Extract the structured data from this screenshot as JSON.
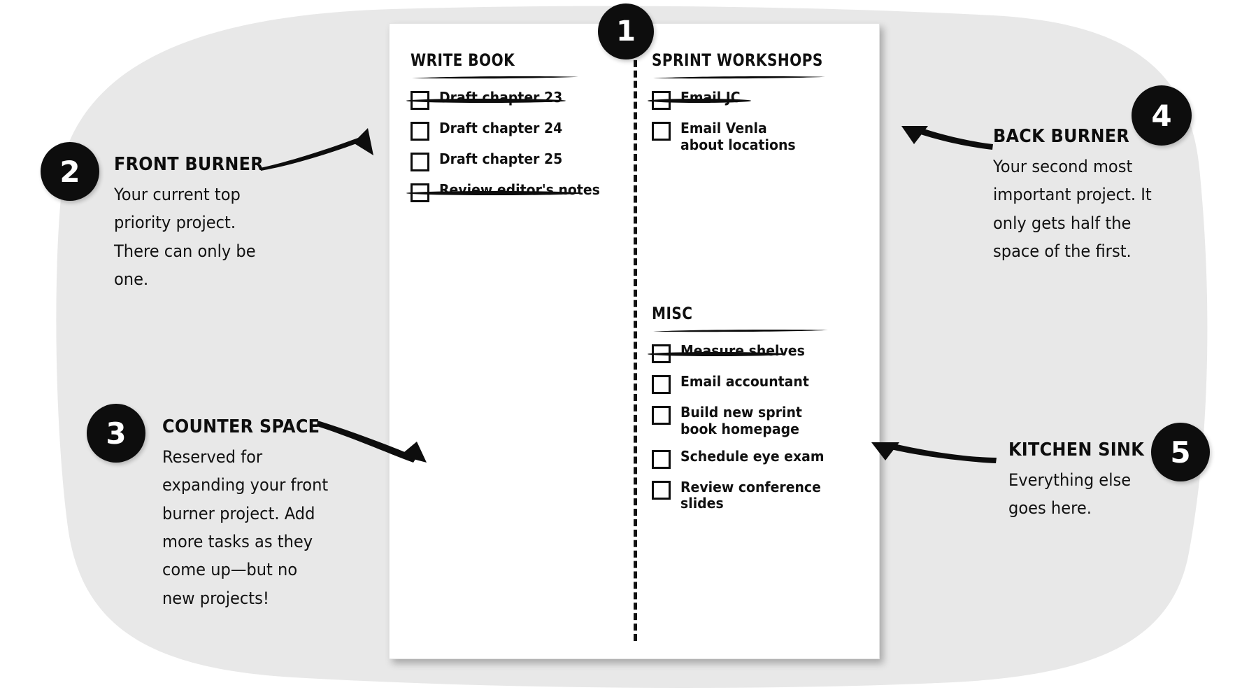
{
  "page": {
    "background_color": "#ffffff",
    "blob_color": "#e8e8e8",
    "ink_color": "#0d0d0d",
    "card_color": "#ffffff"
  },
  "card": {
    "divider_badge": "1",
    "columns": [
      {
        "id": "front-burner",
        "title": "WRITE BOOK",
        "tasks": [
          {
            "label": "Draft chapter 23",
            "done": true
          },
          {
            "label": "Draft chapter 24",
            "done": false
          },
          {
            "label": "Draft chapter 25",
            "done": false
          },
          {
            "label": "Review editor's notes",
            "done": true
          }
        ]
      },
      {
        "id": "back-burner",
        "title": "SPRINT WORKSHOPS",
        "tasks": [
          {
            "label": "Email JC",
            "done": true
          },
          {
            "label": "Email Venla about locations",
            "done": false
          }
        ]
      },
      {
        "id": "kitchen-sink",
        "title": "MISC",
        "tasks": [
          {
            "label": "Measure shelves",
            "done": true
          },
          {
            "label": "Email accountant",
            "done": false
          },
          {
            "label": "Build new sprint book homepage",
            "done": false
          },
          {
            "label": "Schedule eye exam",
            "done": false
          },
          {
            "label": "Review conference slides",
            "done": false
          }
        ]
      }
    ]
  },
  "notes": [
    {
      "id": "front-burner",
      "badge": "2",
      "heading": "FRONT BURNER",
      "body": "Your current top priority project. There can only be one."
    },
    {
      "id": "counter-space",
      "badge": "3",
      "heading": "COUNTER SPACE",
      "body": "Reserved for expanding your front burner project. Add more tasks as they come up—but no new projects!"
    },
    {
      "id": "back-burner",
      "badge": "4",
      "heading": "BACK BURNER",
      "body": "Your second most important project. It only gets half the space of the first."
    },
    {
      "id": "kitchen-sink",
      "badge": "5",
      "heading": "KITCHEN SINK",
      "body": "Everything else goes here."
    }
  ]
}
